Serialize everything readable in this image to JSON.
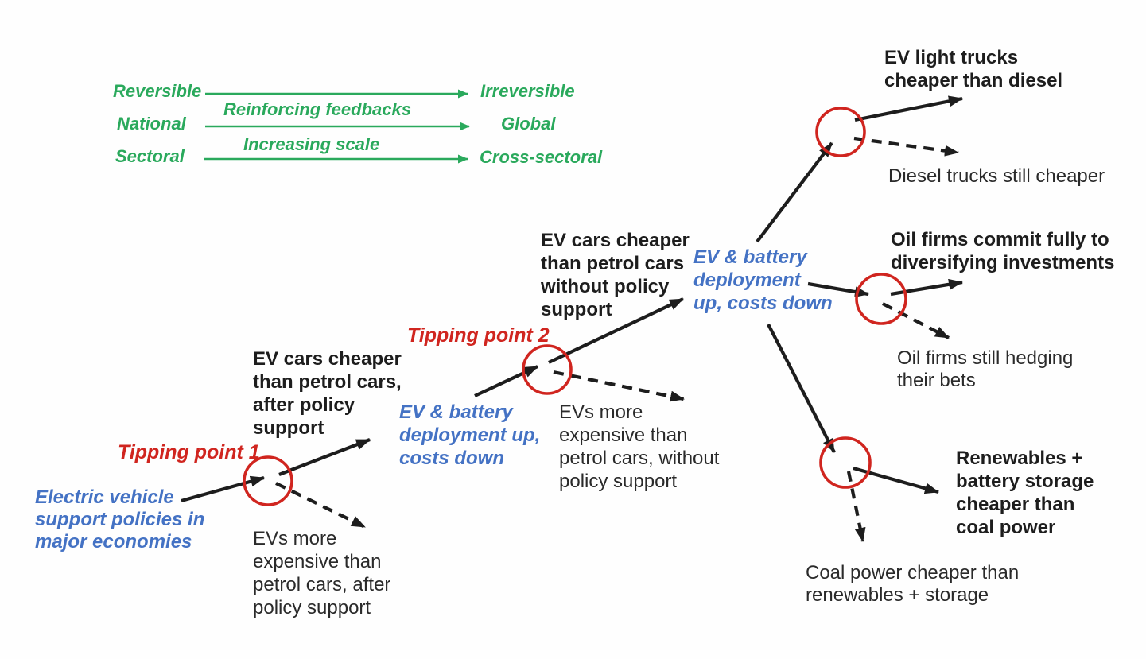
{
  "legend": {
    "row1_left": "Reversible",
    "row1_right": "Irreversible",
    "arrow_label_1": "Reinforcing feedbacks",
    "row2_left": "National",
    "row2_right": "Global",
    "arrow_label_2": "Increasing scale",
    "row3_left": "Sectoral",
    "row3_right": "Cross-sectoral"
  },
  "tipping_points": {
    "tp1": "Tipping point 1",
    "tp2": "Tipping point 2"
  },
  "drivers": {
    "ev_support_policies": "Electric vehicle\nsupport policies in\nmajor economies",
    "ev_battery_deployment_1": "EV & battery\ndeployment up,\ncosts down",
    "ev_battery_deployment_2": "EV & battery\ndeployment\nup, costs down"
  },
  "outcomes": {
    "ev_cars_cheaper_after": "EV cars cheaper\nthan petrol cars,\nafter policy\nsupport",
    "evs_more_expensive_after": "EVs more\nexpensive than\npetrol cars, after\npolicy support",
    "ev_cars_cheaper_without": "EV cars cheaper\nthan petrol cars\nwithout policy\nsupport",
    "evs_more_expensive_without": "EVs more\nexpensive than\npetrol cars, without\npolicy support",
    "ev_light_trucks_cheaper": "EV light trucks\ncheaper than diesel",
    "diesel_trucks_still_cheaper": "Diesel trucks still cheaper",
    "oil_firms_commit": "Oil firms commit fully to\ndiversifying investments",
    "oil_firms_hedging": "Oil firms still hedging\ntheir bets",
    "renewables_cheaper": "Renewables +\nbattery storage\ncheaper than\ncoal power",
    "coal_power_cheaper": "Coal power cheaper than\nrenewables + storage"
  },
  "colors": {
    "green": "#2aa95c",
    "blue": "#4472c4",
    "red": "#d0251f",
    "ink": "#1d1d1d"
  }
}
